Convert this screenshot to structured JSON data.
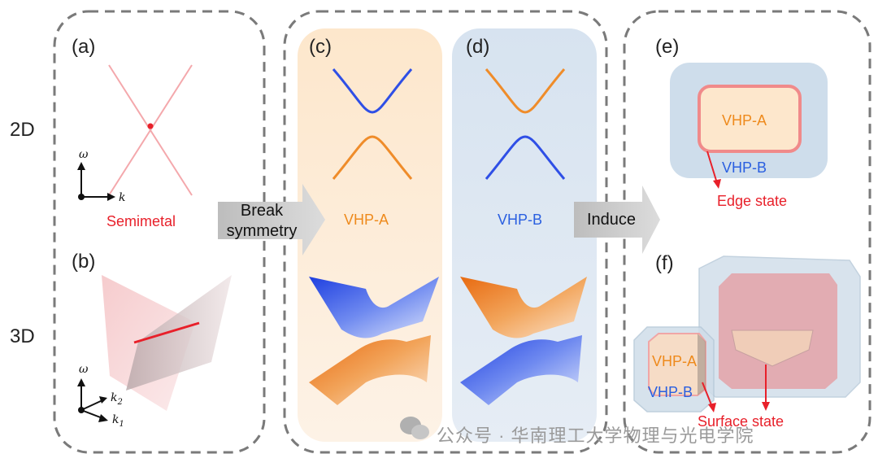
{
  "dimensions": {
    "row_2d": "2D",
    "row_3d": "3D"
  },
  "panels": {
    "a": {
      "letter": "(a)",
      "caption": "Semimetal",
      "axis_omega": "ω",
      "axis_k": "k"
    },
    "b": {
      "letter": "(b)",
      "axis_omega": "ω",
      "axis_k2": "k",
      "axis_k2_sub": "2",
      "axis_k1": "k",
      "axis_k1_sub": "1"
    },
    "c": {
      "letter": "(c)",
      "caption": "VHP-A"
    },
    "d": {
      "letter": "(d)",
      "caption": "VHP-B"
    },
    "e": {
      "letter": "(e)",
      "inner": "VHP-A",
      "outer": "VHP-B",
      "pointer": "Edge state"
    },
    "f": {
      "letter": "(f)",
      "inner": "VHP-A",
      "outer": "VHP-B",
      "pointer": "Surface state"
    }
  },
  "arrows": {
    "break": {
      "line1": "Break",
      "line2": "symmetry"
    },
    "induce": {
      "label": "Induce"
    }
  },
  "watermark": "公众号 · 华南理工大学物理与光电学院",
  "colors": {
    "vhp_a": "#ee8a1c",
    "vhp_b": "#2a5fe0",
    "red": "#e8202a",
    "panel_c_bg": "#fdebd6",
    "panel_d_bg": "#dde7f1",
    "border": "#777777"
  }
}
